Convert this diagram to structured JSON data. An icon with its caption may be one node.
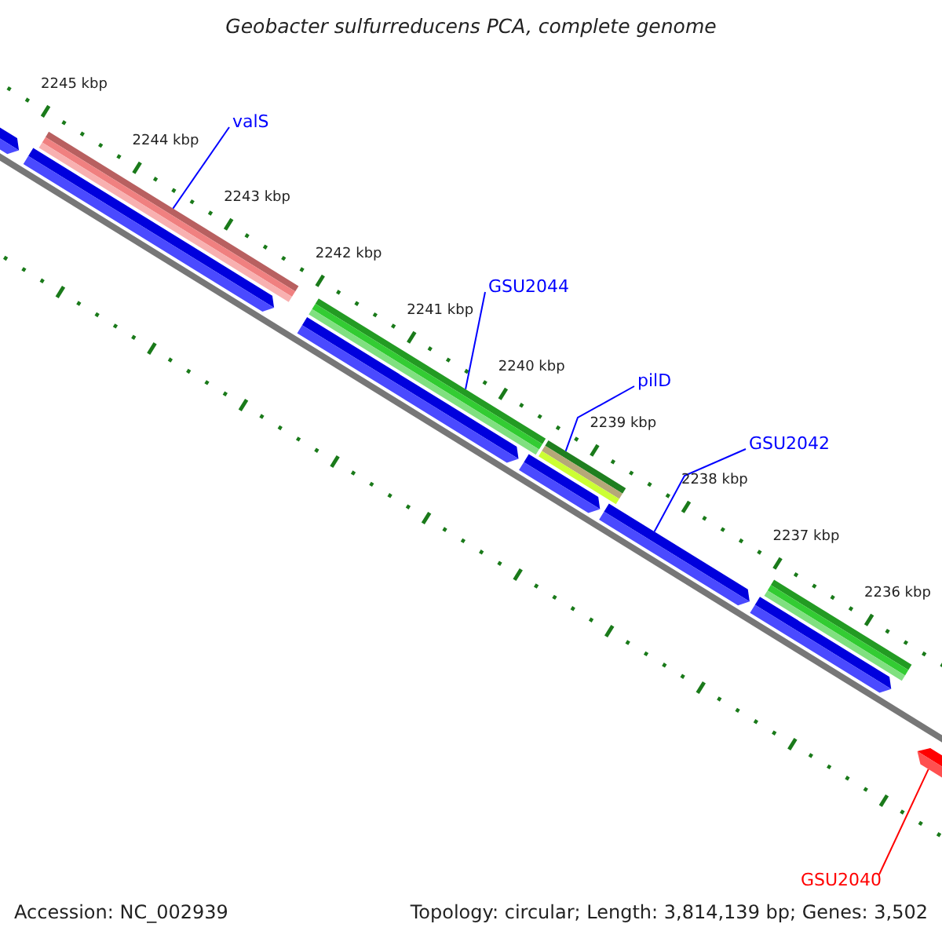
{
  "diagram": {
    "title": "Geobacter sulfurreducens PCA, complete genome",
    "nodes": [
      {
        "text": [
          "valS"
        ]
      },
      {
        "text": [
          "GSU2044"
        ]
      },
      {
        "text": [
          "pilD"
        ]
      },
      {
        "text": [
          "GSU2042"
        ]
      },
      {
        "text": [
          "GSU2040"
        ]
      },
      {
        "text": [],
        "shape": "arrow"
      },
      {
        "text": [],
        "shape": "bar"
      },
      {
        "text": [],
        "shape": "arrow"
      },
      {
        "text": [],
        "shape": "bar"
      },
      {
        "text": [],
        "shape": "arrow"
      },
      {
        "text": [],
        "shape": "bar"
      },
      {
        "text": [],
        "shape": "arrow"
      },
      {
        "text": [],
        "shape": "arrow"
      },
      {
        "text": [],
        "shape": "arrow"
      },
      {
        "text": [],
        "shape": "bar"
      },
      {
        "text": [],
        "shape": "arrow"
      }
    ],
    "edges": [
      {
        "from": 0,
        "to": 6,
        "arrow": "none"
      },
      {
        "from": 1,
        "to": 8,
        "arrow": "none"
      },
      {
        "from": 2,
        "to": 10,
        "arrow": "none"
      },
      {
        "from": 3,
        "to": 12,
        "arrow": "none"
      },
      {
        "from": 4,
        "to": 15,
        "arrow": "none",
        "color": "#ff0000"
      }
    ],
    "labels": [
      "2245 kbp",
      "2244 kbp",
      "2243 kbp",
      "2242 kbp",
      "2241 kbp",
      "2240 kbp",
      "2239 kbp",
      "2238 kbp",
      "2237 kbp",
      "2236 kbp",
      "Accession: NC_002939",
      "Topology: circular; Length: 3,814,139 bp; Genes: 3,502"
    ]
  }
}
